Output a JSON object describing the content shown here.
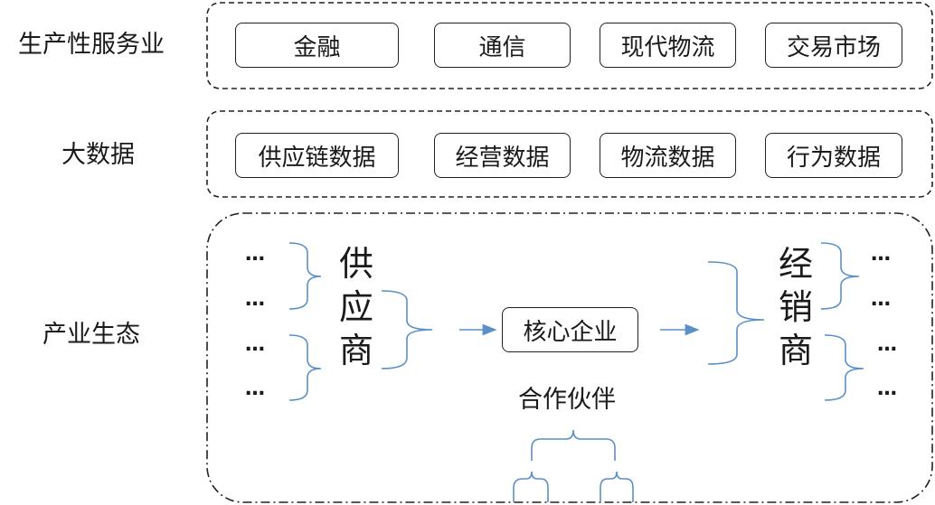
{
  "layers": [
    {
      "label": "生产性服务业",
      "items": [
        "金融",
        "通信",
        "现代物流",
        "交易市场"
      ]
    },
    {
      "label": "大数据",
      "items": [
        "供应链数据",
        "经营数据",
        "物流数据",
        "行为数据"
      ]
    }
  ],
  "ecosystem": {
    "label": "产业生态",
    "supplier": [
      "供",
      "应",
      "商"
    ],
    "distributor": [
      "经",
      "销",
      "商"
    ],
    "core": "核心企业",
    "partners": "合作伙伴",
    "ellipsis": "…"
  },
  "colors": {
    "arrow": "#5b8fc7",
    "brace": "#5b8fc7",
    "border": "#222222"
  }
}
